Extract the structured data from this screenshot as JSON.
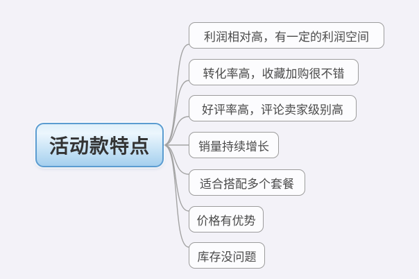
{
  "diagram": {
    "type": "mindmap",
    "root": {
      "label": "活动款特点"
    },
    "branches": [
      {
        "label": "利润相对高，有一定的利润空间"
      },
      {
        "label": "转化率高，收藏加购很不错"
      },
      {
        "label": "好评率高，评论卖家级别高"
      },
      {
        "label": "销量持续增长"
      },
      {
        "label": "适合搭配多个套餐"
      },
      {
        "label": "价格有优势"
      },
      {
        "label": "库存没问题"
      }
    ],
    "colors": {
      "background": "#f3f2f8",
      "root_border": "#5b9cd1",
      "root_fill_top": "#ecf6fd",
      "root_fill_bottom": "#a5cfee",
      "root_text": "#333333",
      "branch_fill": "#fcfcfe",
      "branch_border": "#9c9c9c",
      "branch_text": "#4a4a4a",
      "connector": "#a3a3a3"
    }
  }
}
